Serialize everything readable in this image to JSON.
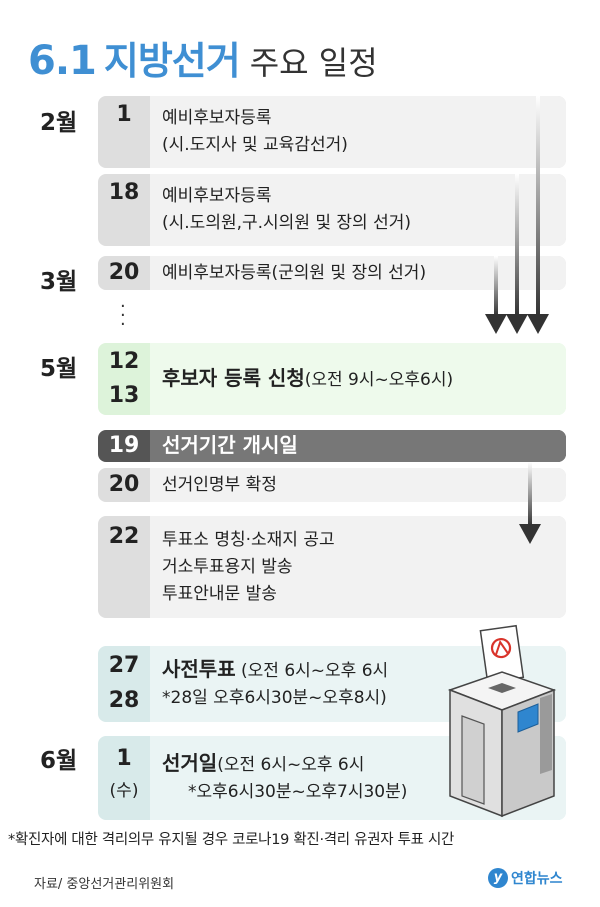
{
  "title": {
    "number": "6.1",
    "main": "지방선거",
    "sub": "주요 일정"
  },
  "months": {
    "feb": "2월",
    "mar": "3월",
    "may": "5월",
    "jun": "6월"
  },
  "schedule": {
    "feb1": {
      "day": "1",
      "lines": [
        "예비후보자등록",
        "(시.도지사 및 교육감선거)"
      ]
    },
    "feb18": {
      "day": "18",
      "lines": [
        "예비후보자등록",
        "(시.도의원,구.시의원 및 장의 선거)"
      ]
    },
    "mar20": {
      "day": "20",
      "lines": [
        "예비후보자등록(군의원 및 장의 선거)"
      ]
    },
    "may12": {
      "day1": "12",
      "day2": "13",
      "bold": "후보자 등록 신청",
      "rest": "(오전 9시~오후6시)"
    },
    "may19": {
      "day": "19",
      "bold": "선거기간 개시일"
    },
    "may20": {
      "day": "20",
      "lines": [
        "선거인명부 확정"
      ]
    },
    "may22": {
      "day": "22",
      "lines": [
        "투표소 명칭·소재지 공고",
        "거소투표용지 발송",
        "투표안내문 발송"
      ]
    },
    "may27": {
      "day1": "27",
      "day2": "28",
      "bold": "사전투표",
      "rest": " (오전 6시~오후 6시",
      "note": "*28일 오후6시30분~오후8시)"
    },
    "jun1": {
      "day": "1",
      "weekday": "(수)",
      "bold": "선거일",
      "rest": "(오전 6시~오후 6시",
      "note": "*오후6시30분~오후7시30분)"
    }
  },
  "footnote": "*확진자에 대한 격리의무 유지될 경우 코로나19 확진·격리 유권자 투표 시간",
  "source": "자료/ 중앙선거관리위원회",
  "logo": {
    "mark": "y",
    "text": "연합뉴스"
  },
  "colors": {
    "accent": "#3f8fd3",
    "green_row": "#ddf3da",
    "teal_row": "#d8eaea",
    "dark_row": "#555555",
    "ballot_blue": "#2f86cf",
    "ballot_red": "#d9342b"
  },
  "icons": [
    "ballot-box-icon",
    "down-arrow-icon"
  ]
}
